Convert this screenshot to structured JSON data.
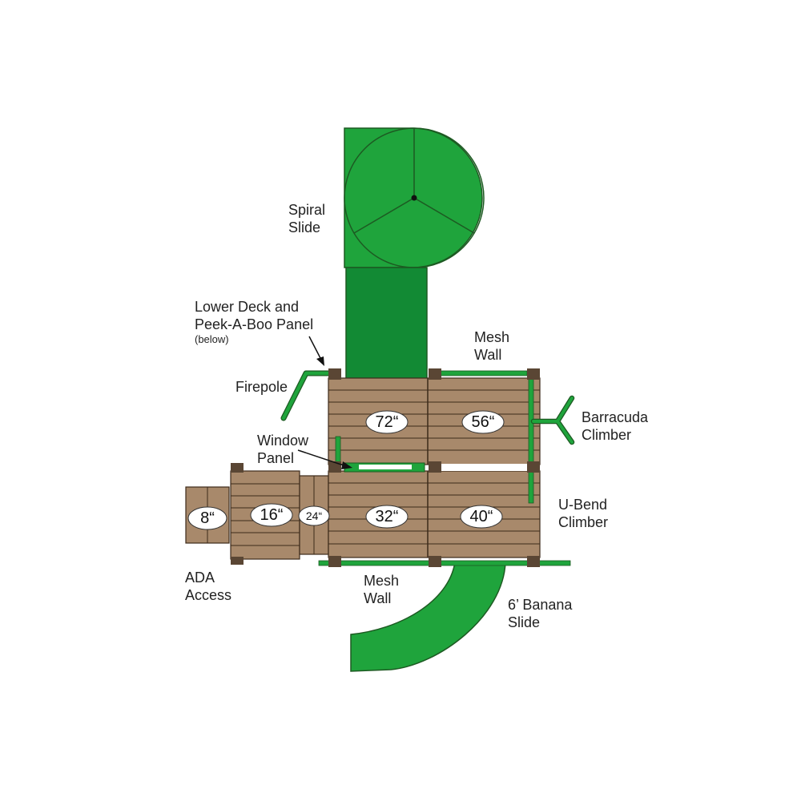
{
  "colors": {
    "slide_green": "#1fa43c",
    "slide_dark": "#128a34",
    "outline": "#1d5a22",
    "deck_wood": "#a8896b",
    "deck_line": "#3c2a1a",
    "post": "#5a4634",
    "label_text": "#222222"
  },
  "labels": {
    "spiral_slide": [
      "Spiral",
      "Slide"
    ],
    "lower_deck": [
      "Lower Deck and",
      "Peek-A-Boo Panel",
      "(below)"
    ],
    "mesh_wall_top": [
      "Mesh",
      "Wall"
    ],
    "firepole": [
      "Firepole"
    ],
    "barracuda_climber": [
      "Barracuda",
      "Climber"
    ],
    "window_panel": [
      "Window",
      "Panel"
    ],
    "u_bend_climber": [
      "U-Bend",
      "Climber"
    ],
    "ada_access": [
      "ADA",
      "Access"
    ],
    "mesh_wall_bottom": [
      "Mesh",
      "Wall"
    ],
    "banana_slide": [
      "6’ Banana",
      "Slide"
    ]
  },
  "heights": {
    "h72": "72“",
    "h56": "56“",
    "h32": "32“",
    "h40": "40“",
    "h16": "16“",
    "h24": "24“",
    "h8": "8“"
  }
}
